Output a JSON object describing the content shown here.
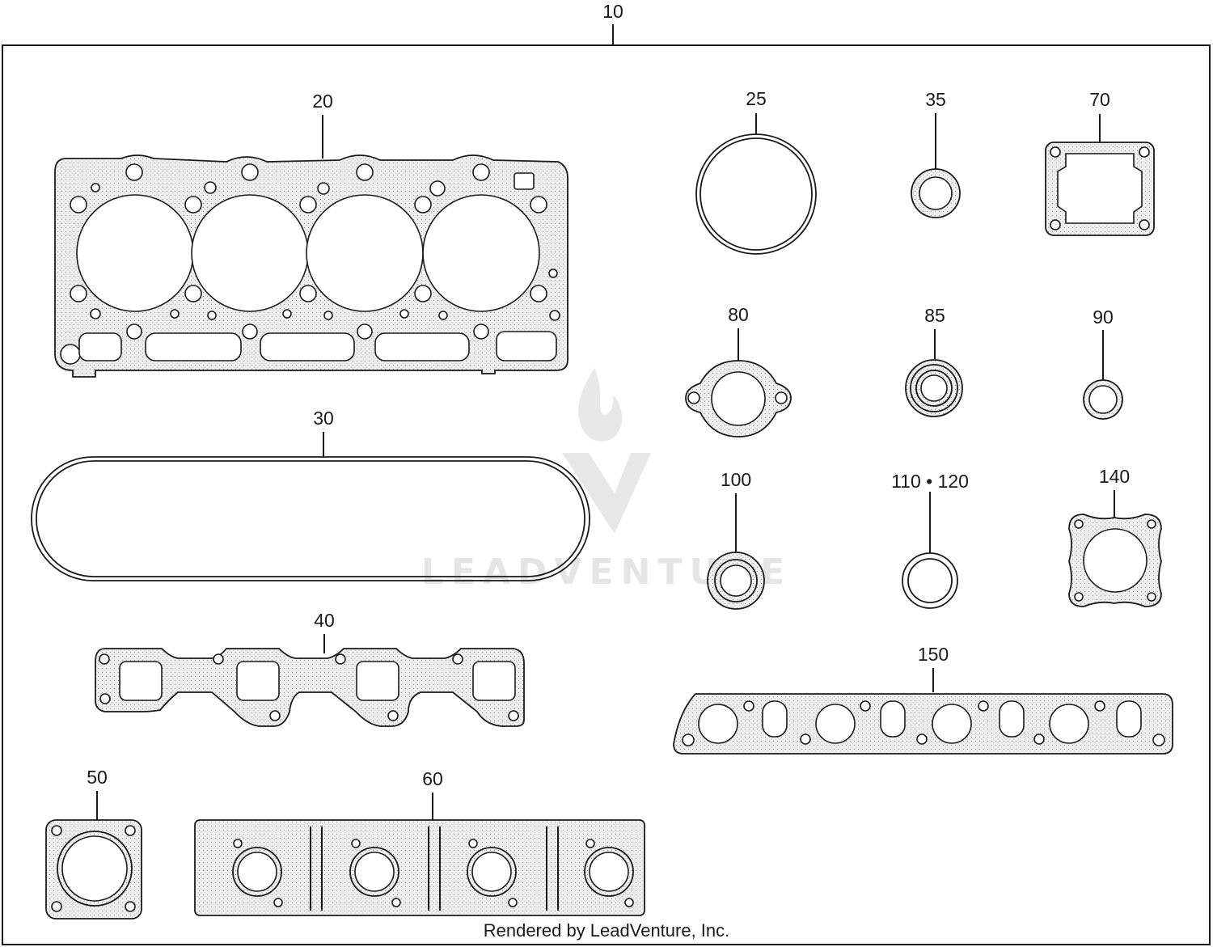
{
  "assembly_label": "10",
  "footer": "Rendered by LeadVenture, Inc.",
  "watermark": "LEADVENTURE",
  "parts": [
    {
      "id": "p20",
      "label": "20"
    },
    {
      "id": "p25",
      "label": "25"
    },
    {
      "id": "p35",
      "label": "35"
    },
    {
      "id": "p70",
      "label": "70"
    },
    {
      "id": "p80",
      "label": "80"
    },
    {
      "id": "p85",
      "label": "85"
    },
    {
      "id": "p90",
      "label": "90"
    },
    {
      "id": "p30",
      "label": "30"
    },
    {
      "id": "p100",
      "label": "100"
    },
    {
      "id": "p110",
      "label": "110 • 120"
    },
    {
      "id": "p140",
      "label": "140"
    },
    {
      "id": "p40",
      "label": "40"
    },
    {
      "id": "p150",
      "label": "150"
    },
    {
      "id": "p50",
      "label": "50"
    },
    {
      "id": "p60",
      "label": "60"
    }
  ]
}
